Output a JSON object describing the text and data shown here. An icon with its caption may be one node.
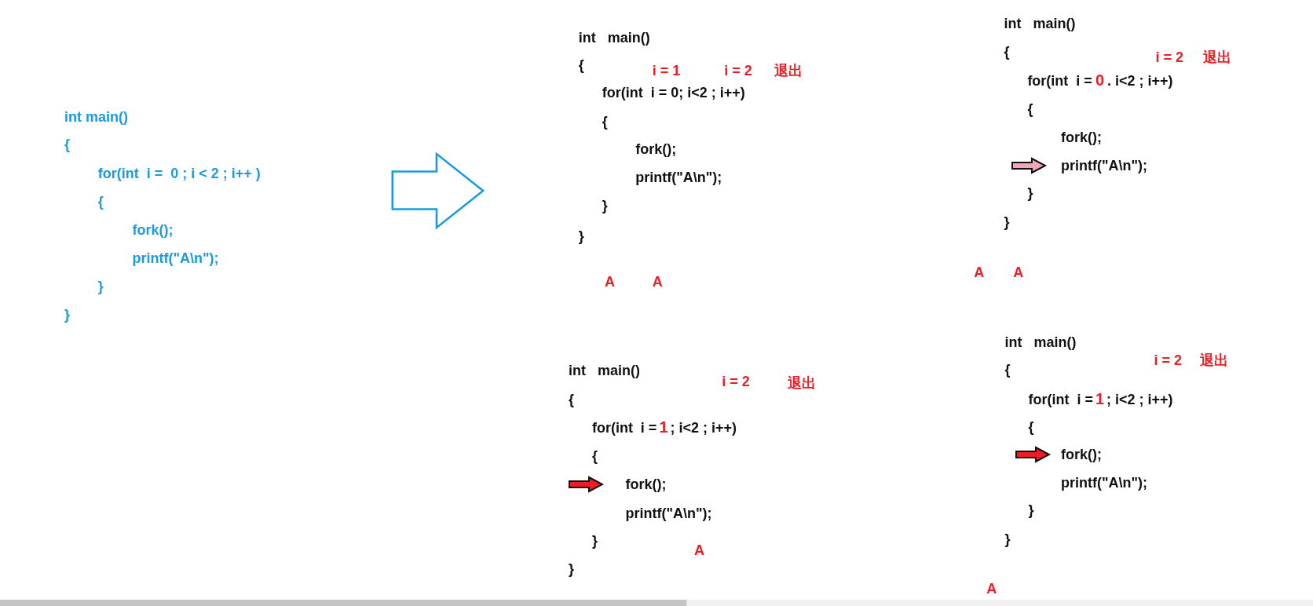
{
  "diagram": {
    "labels": [
      "int main()",
      "{",
      "for(int  i =  0 ; i < 2 ; i++ )",
      "{",
      "fork();",
      "printf(\"A\\n\");",
      "}",
      "}",
      "int   main()",
      "{",
      "i = 1",
      "i = 2",
      "退出",
      "for(int  i = 0; i<2 ; i++)",
      "{",
      "fork();",
      "printf(\"A\\n\");",
      "}",
      "}",
      "A",
      "A",
      "int   main()",
      "{",
      "i = 2",
      "退出",
      "for(int  i =",
      "0",
      ". i<2 ; i++)",
      "{",
      "fork();",
      "printf(\"A\\n\");",
      "}",
      "}",
      "A",
      "A",
      "int   main()",
      "{",
      "i = 2",
      "退出",
      "for(int  i =",
      "1",
      "; i<2 ; i++)",
      "{",
      "fork();",
      "printf(\"A\\n\");",
      "}",
      "A",
      "}",
      "int   main()",
      "{",
      "i = 2",
      "退出",
      "for(int  i =",
      "1",
      "; i<2 ; i++)",
      "{",
      "fork();",
      "printf(\"A\\n\");",
      "}",
      "}",
      "A"
    ]
  }
}
